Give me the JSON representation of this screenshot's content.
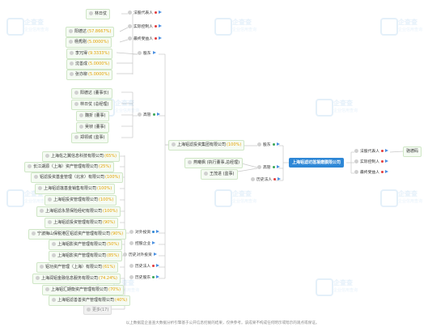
{
  "center": {
    "name": "上海铝滤坊莲凝磨膜限公司"
  },
  "right": {
    "categories": [
      {
        "label": "法股代表人"
      },
      {
        "label": "实际控制人"
      },
      {
        "label": "最终受益人"
      }
    ],
    "legal_rep": "骆德码"
  },
  "upper": {
    "legal_rep_cat": "法股代表人",
    "legal_rep_node": "林日仗",
    "actual_ctrl_cat": "实际控制人",
    "ultimate_cat": "最终受益人",
    "ubo_nodes": [
      {
        "name": "阳德达",
        "pct": "(57.8667%)"
      },
      {
        "name": "杨秀刚",
        "pct": "(5.0000%)"
      }
    ],
    "shareholder_cat": "股东",
    "shareholders": [
      {
        "name": "李冗得",
        "pct": "(9.3333%)"
      },
      {
        "name": "沈善成",
        "pct": "(5.0000%)"
      },
      {
        "name": "张亦柳",
        "pct": "(5.0000%)"
      }
    ],
    "exec_cat": "高管",
    "execs": [
      {
        "name": "阳德达",
        "role": "(董事长)"
      },
      {
        "name": "林日仗",
        "role": "(总经理)"
      },
      {
        "name": "魏折",
        "role": "(董事)"
      },
      {
        "name": "吴桢",
        "role": "(董事)"
      },
      {
        "name": "郑领城",
        "role": "(监事)"
      }
    ]
  },
  "mid": {
    "parent_node": "上海铝滤投资集团有限公司",
    "parent_pct": "(100%)",
    "shareholder_cat": "股东",
    "exec_cat": "高管",
    "execs": [
      {
        "name": "燕曦枫",
        "role": "(执行董事,总经理)"
      },
      {
        "name": "王茂进",
        "role": "(监事)"
      }
    ],
    "hist_legal_cat": "历史法人"
  },
  "investments": [
    {
      "name": "上海佐之翼信息科技有限公司",
      "pct": "(65%)"
    },
    {
      "name": "长江湖源（上海）资产管理有限公司",
      "pct": "(25%)"
    },
    {
      "name": "铝滤投资基金管理（北京）有限公司",
      "pct": "(100%)"
    },
    {
      "name": "上海铝滤莲基金销售有限公司",
      "pct": "(100%)"
    },
    {
      "name": "上海铝投资管理有限公司",
      "pct": "(100%)"
    },
    {
      "name": "上海铝滤永慧保险经纪有限公司",
      "pct": "(100%)"
    },
    {
      "name": "上海铝滤投资管理有限公司",
      "pct": "(90%)"
    },
    {
      "name": "宁波梅山保税港区铝滤资产管理有限公司",
      "pct": "(90%)"
    },
    {
      "name": "上海铝影资产管理有限公司",
      "pct": "(50%)"
    },
    {
      "name": "上海铝影资产管理有限公司",
      "pct": "(85%)"
    },
    {
      "name": "铝功资产管理（上海）有限公司",
      "pct": "(61%)"
    },
    {
      "name": "上海润铝金融信息服务有限公司",
      "pct": "(74.24%)"
    },
    {
      "name": "上海铝汇期衡资产管理有限公司",
      "pct": "(70%)"
    },
    {
      "name": "上海铝滤善善资产管理有限公司",
      "pct": "(40%)"
    }
  ],
  "more_label": "更多(17)",
  "lower_cats": [
    {
      "label": "对外投资"
    },
    {
      "label": "控股企业"
    },
    {
      "label": "历史对外投资"
    },
    {
      "label": "历史法人"
    },
    {
      "label": "历史股东"
    }
  ],
  "watermark": {
    "title": "企查查",
    "sub": "企业信用查询"
  },
  "footer": "以上数据是企查查大数据分析引擎基于公开信息挖掘的结果，仅供参考。该成果不构成任何明示或暗示的观点或保证。",
  "colors": {
    "accent": "#2e87d6",
    "highlight": "#e5a100",
    "node_bg": "#f5fbf3"
  }
}
